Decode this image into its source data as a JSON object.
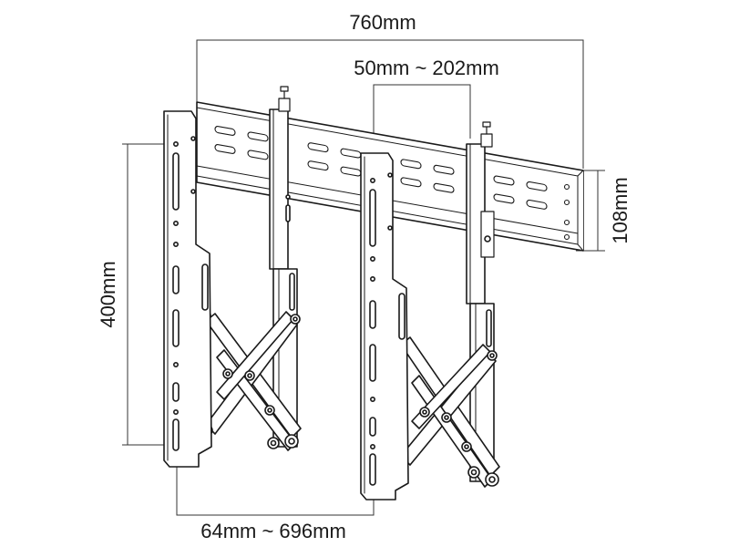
{
  "dimensions": {
    "overall_width": "760mm",
    "stud_spacing": "50mm ~ 202mm",
    "rail_height": "108mm",
    "vertical_hole_spacing": "400mm",
    "horizontal_hole_spacing": "64mm ~ 696mm"
  },
  "colors": {
    "line": "#1a1a1a",
    "dim_line": "#333333",
    "fill": "#ffffff"
  }
}
